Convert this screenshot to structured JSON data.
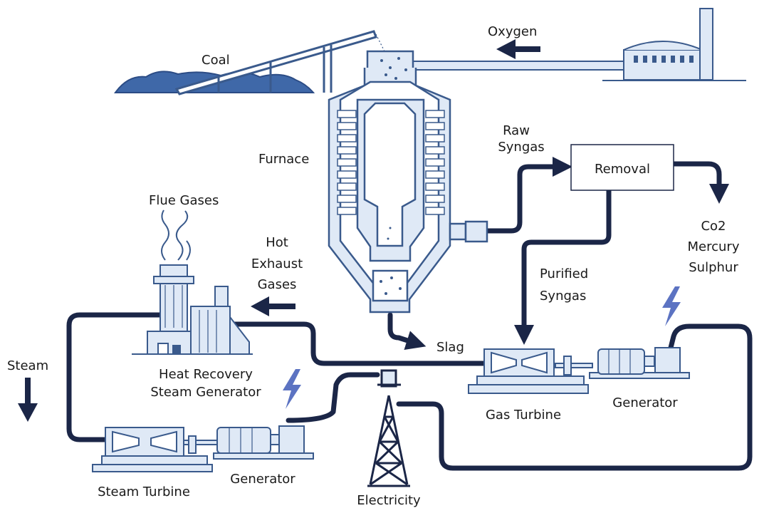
{
  "labels": {
    "coal": "Coal",
    "oxygen": "Oxygen",
    "furnace": "Furnace",
    "raw_syngas_1": "Raw",
    "raw_syngas_2": "Syngas",
    "removal": "Removal",
    "flue_gases": "Flue Gases",
    "hot_exhaust_1": "Hot",
    "hot_exhaust_2": "Exhaust",
    "hot_exhaust_3": "Gases",
    "co2": "Co2",
    "mercury": "Mercury",
    "sulphur": "Sulphur",
    "purified_syngas_1": "Purified",
    "purified_syngas_2": "Syngas",
    "steam": "Steam",
    "slag": "Slag",
    "hrsg_1": "Heat Recovery",
    "hrsg_2": "Steam Generator",
    "gas_turbine": "Gas Turbine",
    "generator_right": "Generator",
    "steam_turbine": "Steam Turbine",
    "generator_left": "Generator",
    "electricity": "Electricity"
  },
  "colors": {
    "pipe": "#1b2647",
    "equipment_fill": "#dfe9f6",
    "equipment_stroke": "#3a5a8c",
    "coal_pile": "#3f68a8",
    "lightning": "#5c73c2"
  },
  "icons": [
    "lightning-bolt-icon",
    "arrow-icon",
    "smoke-icon"
  ]
}
